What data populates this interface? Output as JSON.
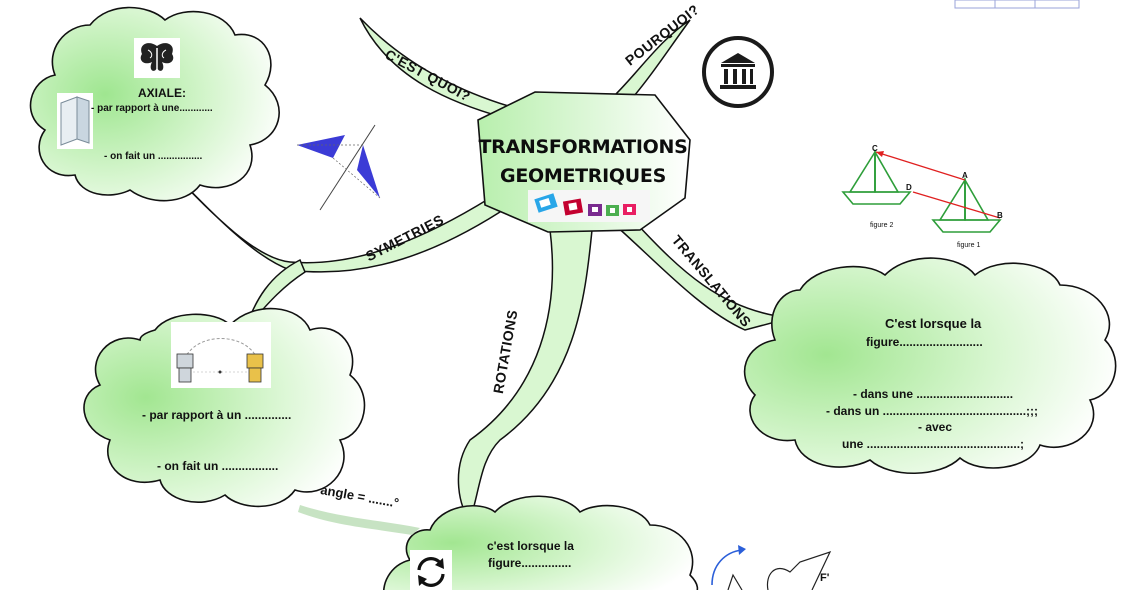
{
  "center": {
    "line1": "TRANSFORMATIONS",
    "line2": "GEOMETRIQUES"
  },
  "branches": {
    "quoi": "C'EST QUOI?",
    "pourquoi": "POURQUOI?",
    "symetries": "SYMETRIES",
    "translations": "TRANSLATIONS",
    "rotations": "ROTATIONS"
  },
  "axiale_cloud": {
    "title": "AXIALE:",
    "line1": "- par rapport à une............",
    "line2": "- on fait un ................"
  },
  "centrale_cloud": {
    "line1": "- par rapport à un ..............",
    "line2": "- on fait un ................."
  },
  "translation_cloud": {
    "line1": "C'est lorsque la",
    "line2": "figure.........................",
    "line3": "- dans une .............................",
    "line4": "- dans un ...........................................;;;",
    "line5": "- avec",
    "line6": "une ..............................................;"
  },
  "rotation_cloud": {
    "line1": "c'est lorsque la",
    "line2": "figure..............."
  },
  "angle_label": "angle = .......°",
  "figure_labels": {
    "translation_fig1": "figure 1",
    "translation_fig2": "figure 2",
    "A": "A",
    "B": "B",
    "C": "C",
    "D": "D",
    "F_prime": "F'"
  },
  "icons": [
    "butterfly-icon",
    "book-icon",
    "museum-icon",
    "rotate-arrows-icon",
    "colored-squares-icon"
  ],
  "colors": {
    "cloud_fill": "#c9f3c0",
    "cloud_edge": "#111111",
    "branch_fill": "#d9f7d1",
    "arrow_red": "#e02020",
    "boat_green": "#2e9e3a",
    "triangle_blue": "#3b3bd6"
  }
}
